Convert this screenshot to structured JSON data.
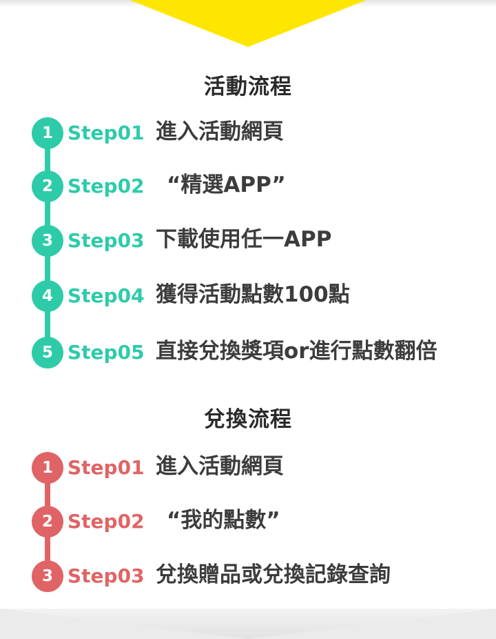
{
  "colors": {
    "banner_yellow": "#ffe600",
    "event_accent": "#2ecba9",
    "redeem_accent": "#e06465",
    "text": "#3c3c3c"
  },
  "event_flow": {
    "title": "活動流程",
    "steps": [
      {
        "num": "1",
        "code": "Step01",
        "text": "進入活動網頁"
      },
      {
        "num": "2",
        "code": "Step02",
        "text": "“精選APP”"
      },
      {
        "num": "3",
        "code": "Step03",
        "text": "下載使用任一APP"
      },
      {
        "num": "4",
        "code": "Step04",
        "text": "獲得活動點數100點"
      },
      {
        "num": "5",
        "code": "Step05",
        "text": "直接兌換獎項or進行點數翻倍"
      }
    ]
  },
  "redeem_flow": {
    "title": "兌換流程",
    "steps": [
      {
        "num": "1",
        "code": "Step01",
        "text": "進入活動網頁"
      },
      {
        "num": "2",
        "code": "Step02",
        "text": "“我的點數”"
      },
      {
        "num": "3",
        "code": "Step03",
        "text": "兌換贈品或兌換記錄查詢"
      }
    ]
  }
}
